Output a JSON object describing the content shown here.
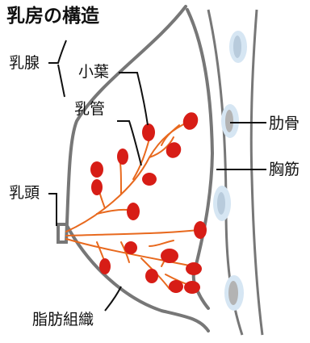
{
  "title": "乳房の構造",
  "labels": {
    "nyusen": "乳腺",
    "shoyo": "小葉",
    "nyukan": "乳管",
    "nyuto": "乳頭",
    "shibo": "脂肪組織",
    "rokkotsu": "肋骨",
    "kyokin": "胸筋"
  },
  "colors": {
    "outline": "#777777",
    "duct": "#e8691e",
    "lobule": "#d71d16",
    "rib_fill": "#cfe3f2",
    "rib_core": "#a9a9a9"
  }
}
